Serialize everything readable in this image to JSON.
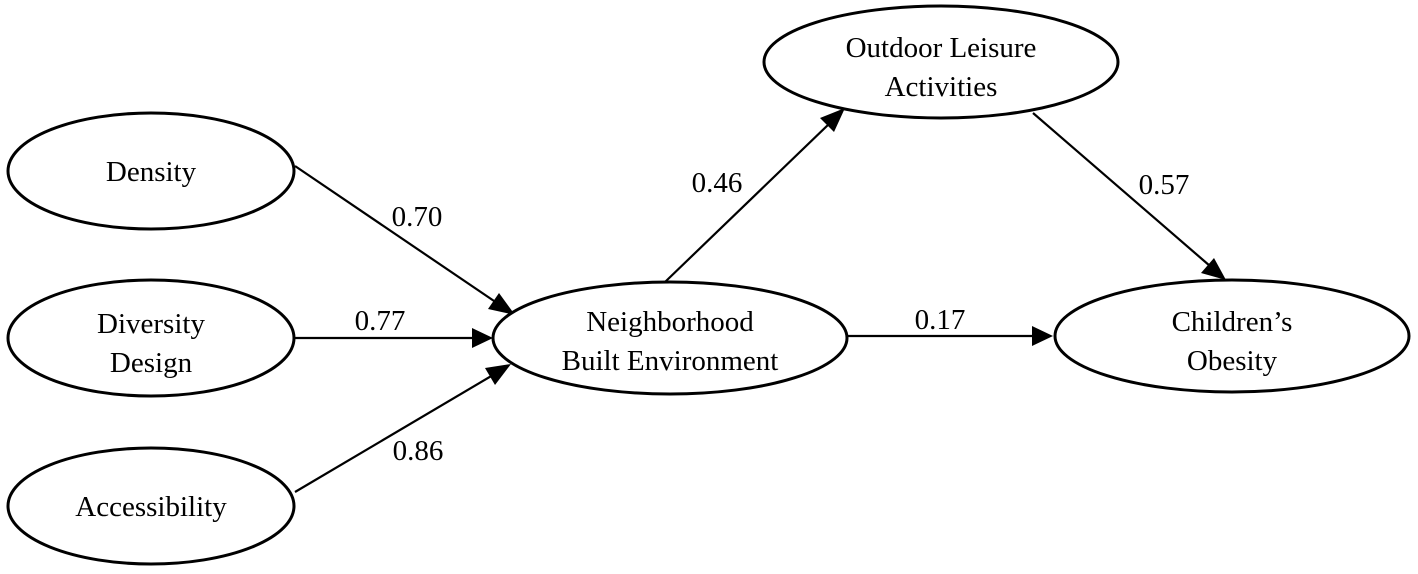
{
  "nodes": {
    "density": {
      "lines": [
        "Density"
      ]
    },
    "diversity_design": {
      "lines": [
        "Diversity",
        "Design"
      ]
    },
    "accessibility": {
      "lines": [
        "Accessibility"
      ]
    },
    "neighborhood": {
      "lines": [
        "Neighborhood",
        "Built Environment"
      ]
    },
    "outdoor": {
      "lines": [
        "Outdoor Leisure",
        "Activities"
      ]
    },
    "obesity": {
      "lines": [
        "Children’s",
        "Obesity"
      ]
    }
  },
  "edges": {
    "density_to_neighborhood": {
      "from": "density",
      "to": "neighborhood",
      "label": "0.70"
    },
    "diversity_to_neighborhood": {
      "from": "diversity_design",
      "to": "neighborhood",
      "label": "0.77"
    },
    "accessibility_to_neighborhood": {
      "from": "accessibility",
      "to": "neighborhood",
      "label": "0.86"
    },
    "neighborhood_to_outdoor": {
      "from": "neighborhood",
      "to": "outdoor",
      "label": "0.46"
    },
    "outdoor_to_obesity": {
      "from": "outdoor",
      "to": "obesity",
      "label": "0.57"
    },
    "neighborhood_to_obesity": {
      "from": "neighborhood",
      "to": "obesity",
      "label": "0.17"
    }
  }
}
